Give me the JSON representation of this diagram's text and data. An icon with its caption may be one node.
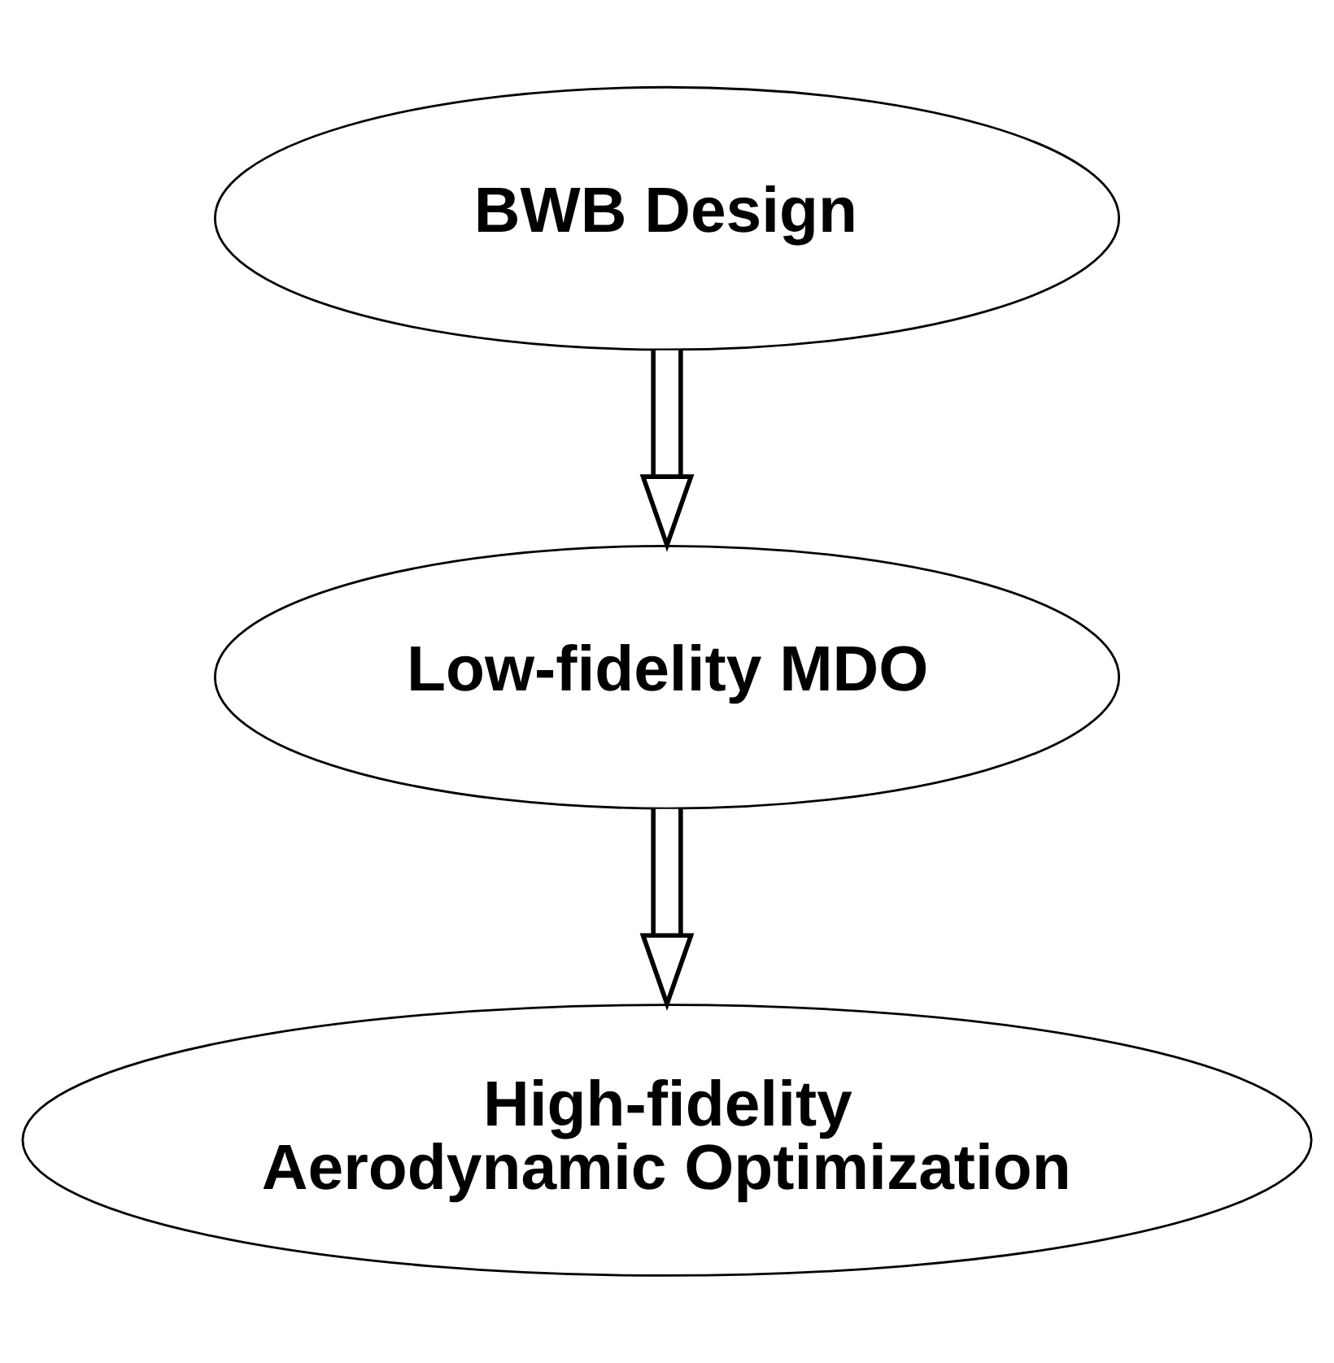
{
  "diagram": {
    "nodes": [
      {
        "text": [
          "BWB Design"
        ]
      },
      {
        "text": [
          "Low-fidelity MDO"
        ]
      },
      {
        "text": [
          "High-fidelity Aerodynamic Optimization"
        ]
      }
    ],
    "edges": [
      {
        "from": 0,
        "to": 1,
        "arrow": "to"
      },
      {
        "from": 1,
        "to": 2,
        "arrow": "to"
      }
    ]
  }
}
